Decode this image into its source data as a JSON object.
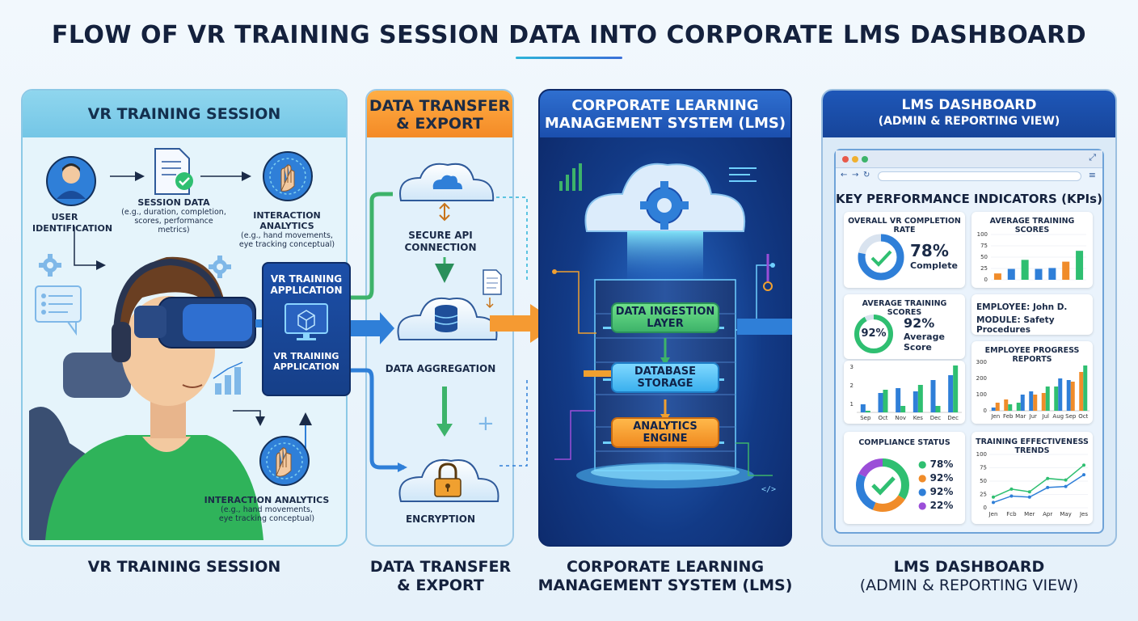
{
  "title": "FLOW OF VR TRAINING SESSION DATA INTO CORPORATE LMS DASHBOARD",
  "panel1": {
    "header": "VR TRAINING SESSION",
    "user_identification": [
      "USER",
      "IDENTIFICATION"
    ],
    "session_data_title": "SESSION DATA",
    "session_data_desc": [
      "(e.g., duration, completion,",
      "scores, performance",
      "metrics)"
    ],
    "interaction_top_title": "INTERACTION ANALYTICS",
    "interaction_top_desc": [
      "(e.g., hand movements,",
      "eye tracking conceptual)"
    ],
    "app_top": [
      "VR TRAINING",
      "APPLICATION"
    ],
    "app_bottom": [
      "VR TRAINING",
      "APPLICATION"
    ],
    "interaction_bottom_title": "INTERACTION ANALYTICS",
    "interaction_bottom_desc": [
      "(e.g., hand movements,",
      "eye tracking conceptual)"
    ]
  },
  "panel2": {
    "header": [
      "DATA TRANSFER",
      "& EXPORT"
    ],
    "secure_api": [
      "SECURE API",
      "CONNECTION"
    ],
    "aggregation": "DATA AGGREGATION",
    "encryption": "ENCRYPTION"
  },
  "panel3": {
    "header": [
      "CORPORATE LEARNING",
      "MANAGEMENT SYSTEM (LMS)"
    ],
    "layer_ingestion": [
      "DATA INGESTION",
      "LAYER"
    ],
    "layer_storage": [
      "DATABASE",
      "STORAGE"
    ],
    "layer_analytics": [
      "ANALYTICS",
      "ENGINE"
    ]
  },
  "panel4": {
    "header_a": "LMS DASHBOARD",
    "header_b": "(ADMIN & REPORTING VIEW)",
    "kpi_title": "KEY PERFORMANCE INDICATORS (KPIs)",
    "completion": {
      "title": "OVERALL VR COMPLETION RATE",
      "value": "78%",
      "label": "Complete",
      "fraction": 0.78
    },
    "avg_scores_chart": {
      "title": "AVERAGE TRAINING SCORES",
      "yticks": [
        "100",
        "75",
        "50",
        "25",
        "0"
      ],
      "values": [
        14,
        24,
        44,
        24,
        26,
        40,
        64
      ]
    },
    "avg_scores_ring": {
      "title": "AVERAGE TRAINING SCORES",
      "ring_value": "92%",
      "value": "92%",
      "label1": "Average",
      "label2": "Score",
      "fraction": 0.92
    },
    "employee": {
      "line1": "EMPLOYEE: John D.",
      "line2": "MODULE: Safety Procedures"
    },
    "progress_left": {
      "yticks": [
        "3",
        "2",
        "1"
      ],
      "xticks": [
        "Sep",
        "Oct",
        "Nov",
        "Kes",
        "Dec",
        "Dec"
      ]
    },
    "progress_reports": {
      "title": "EMPLOYEE PROGRESS REPORTS",
      "yticks": [
        "300",
        "200",
        "100",
        "0"
      ],
      "xticks": [
        "Jen",
        "Feb",
        "Mar",
        "Jur",
        "Jul",
        "Aug",
        "Sep",
        "Oct"
      ]
    },
    "compliance": {
      "title": "COMPLIANCE STATUS",
      "items": [
        {
          "value": "78%",
          "color": "#2fbf71"
        },
        {
          "value": "92%",
          "color": "#f08c2a"
        },
        {
          "value": "92%",
          "color": "#2f7fd8"
        },
        {
          "value": "22%",
          "color": "#9b4ed8"
        }
      ]
    },
    "trends": {
      "title": "TRAINING EFFECTIVENESS TRENDS",
      "yticks": [
        "100",
        "75",
        "50",
        "25",
        "0"
      ],
      "xticks": [
        "Jen",
        "Fcb",
        "Mer",
        "Apr",
        "May",
        "Jes"
      ]
    }
  },
  "footer": {
    "vr": "VR TRAINING SESSION",
    "transfer": [
      "DATA TRANSFER",
      "& EXPORT"
    ],
    "lms": [
      "CORPORATE LEARNING",
      "MANAGEMENT SYSTEM (LMS)"
    ],
    "dash_a": "LMS DASHBOARD",
    "dash_b": "(ADMIN & REPORTING VIEW)"
  }
}
